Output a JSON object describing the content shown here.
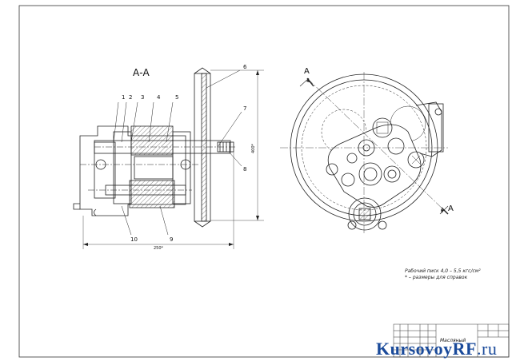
{
  "section_label": "А-А",
  "cut_marks": [
    "А",
    "А"
  ],
  "callouts": [
    "1",
    "2",
    "3",
    "4",
    "5",
    "6",
    "7",
    "8",
    "9",
    "10"
  ],
  "dimensions": {
    "length": "250*",
    "height": "400*"
  },
  "notes": [
    "Рабочий писк 4,0 – 5,5 кгс/см²",
    "* – размеры для справок"
  ],
  "title_block": {
    "name": "Масляный"
  },
  "watermark": {
    "brand": "KursovoyRF",
    "suffix": ".ru"
  }
}
